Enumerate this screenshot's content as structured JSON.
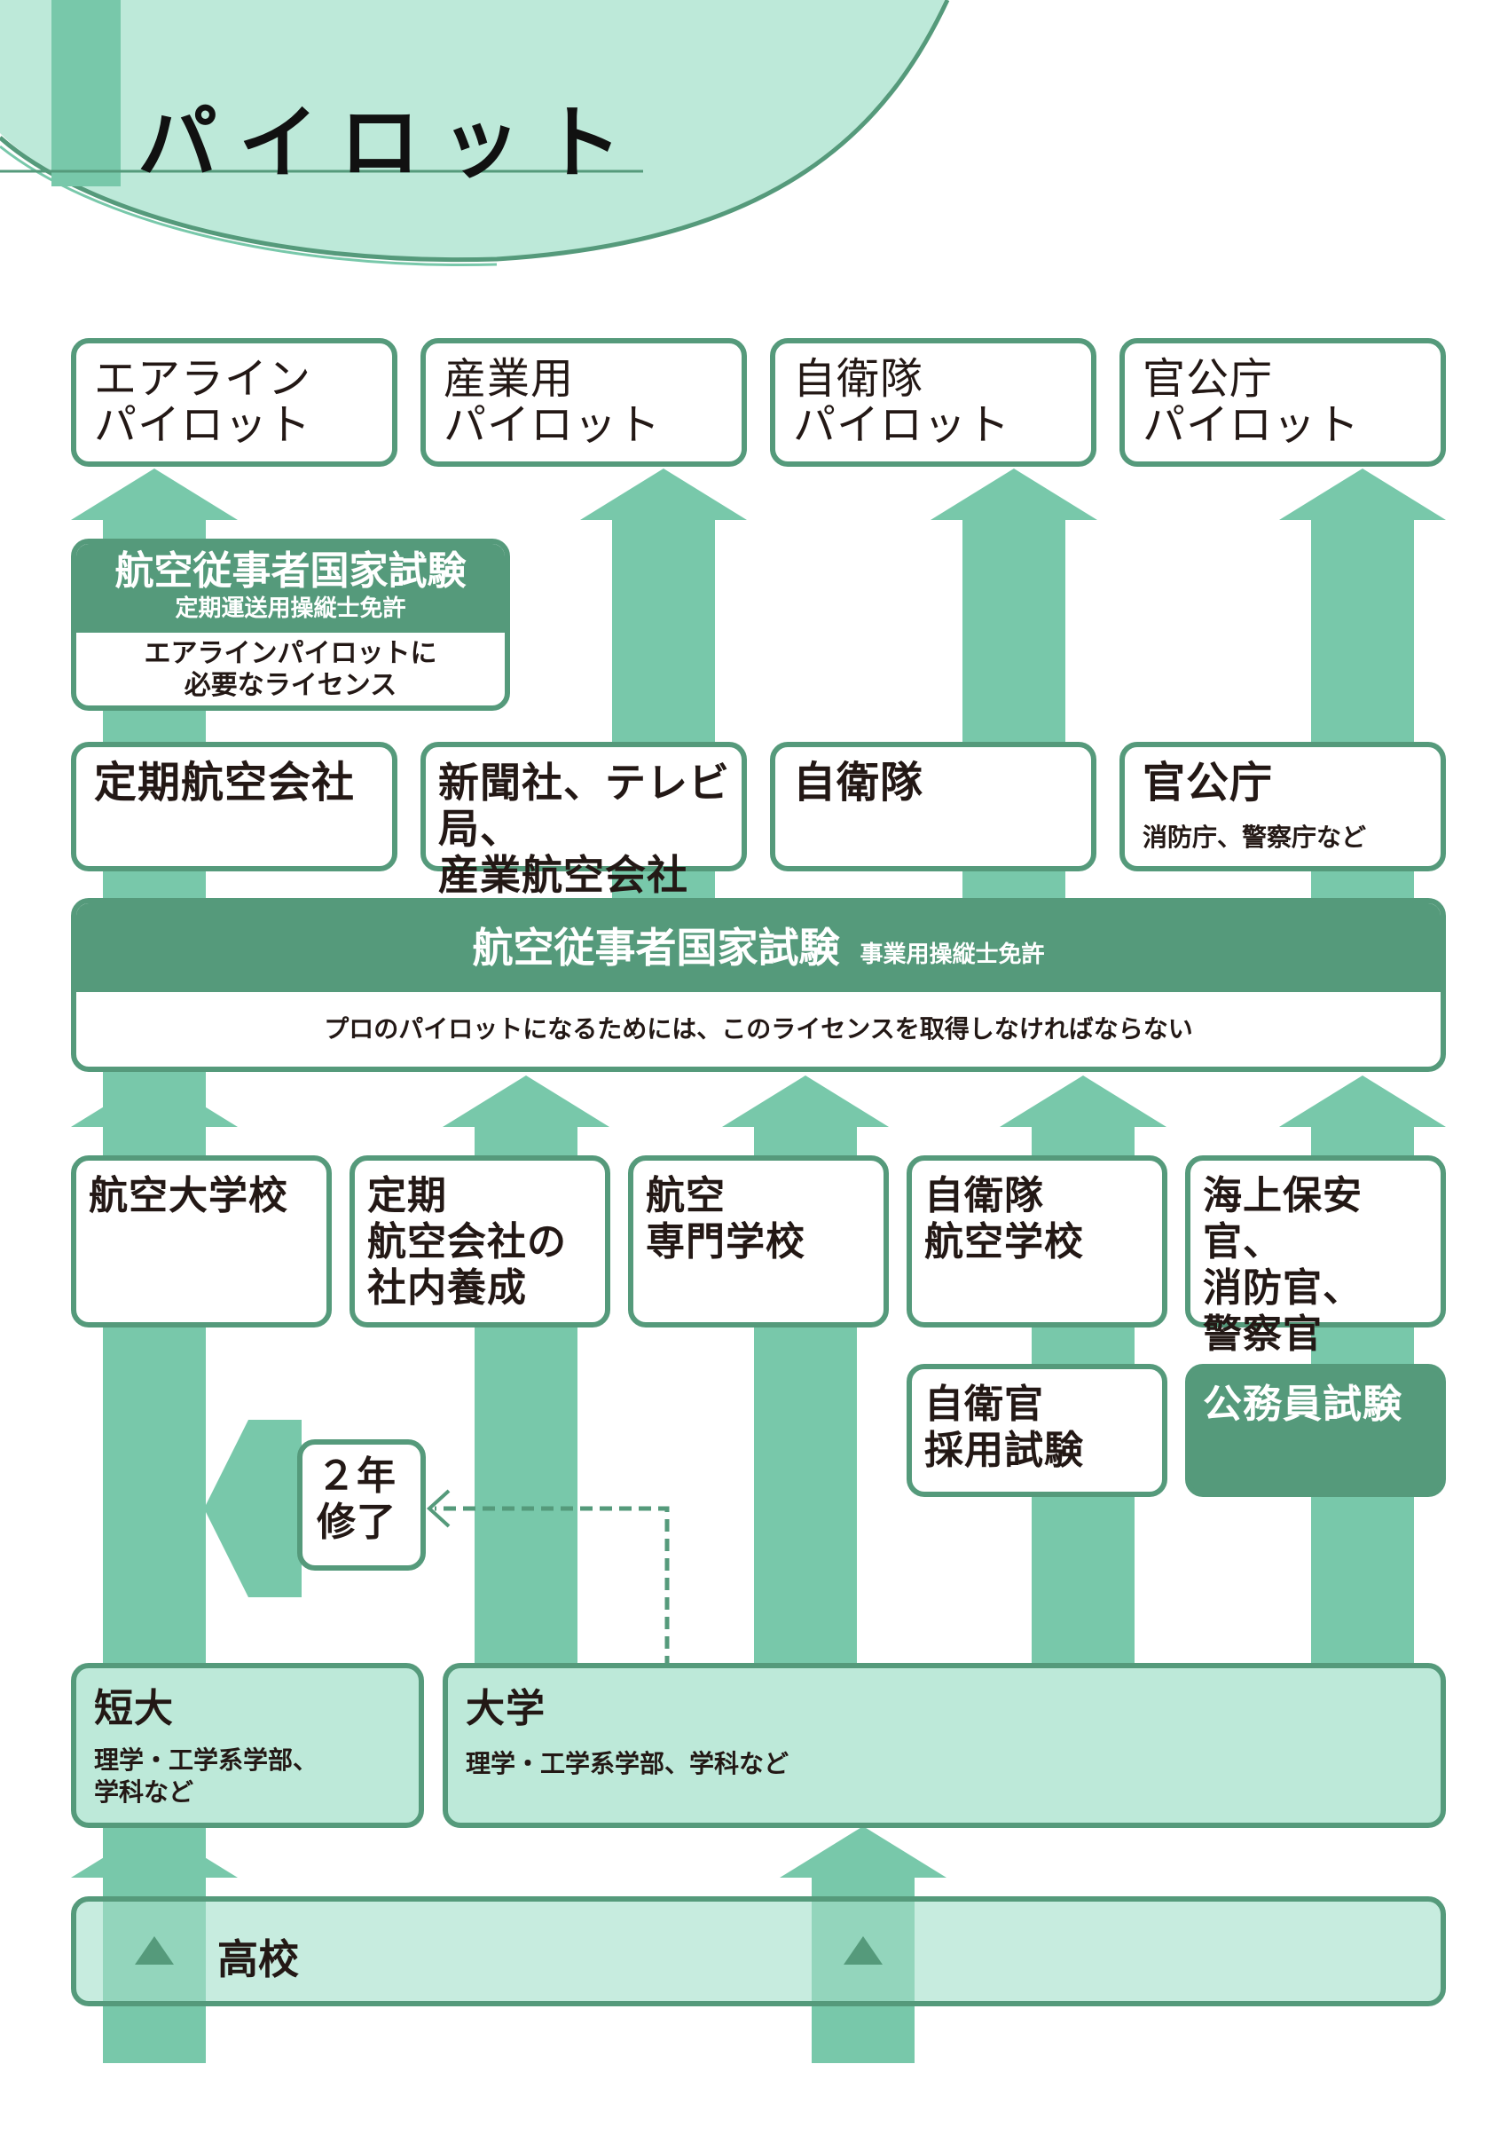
{
  "header": {
    "title": "パイロット"
  },
  "careers": [
    {
      "label": "エアライン\nパイロット"
    },
    {
      "label": "産業用\nパイロット"
    },
    {
      "label": "自衛隊\nパイロット"
    },
    {
      "label": "官公庁\nパイロット"
    }
  ],
  "airline_exam": {
    "title": "航空従事者国家試験",
    "license": "定期運送用操縦士免許",
    "note": "エアラインパイロットに\n必要なライセンス"
  },
  "employers": [
    {
      "label": "定期航空会社",
      "sub": ""
    },
    {
      "label": "新聞社、テレビ局、\n産業航空会社",
      "sub": ""
    },
    {
      "label": "自衛隊",
      "sub": ""
    },
    {
      "label": "官公庁",
      "sub": "消防庁、警察庁など"
    }
  ],
  "license_exam": {
    "title": "航空従事者国家試験",
    "license": "事業用操縦士免許",
    "note": "プロのパイロットになるためには、このライセンスを取得しなければならない"
  },
  "schools": [
    {
      "label": "航空大学校"
    },
    {
      "label": "定期\n航空会社の\n社内養成"
    },
    {
      "label": "航空\n専門学校"
    },
    {
      "label": "自衛隊\n航空学校"
    },
    {
      "label": "海上保安官、\n消防官、\n警察官"
    }
  ],
  "entrance_exams": [
    {
      "label": "自衛官\n採用試験"
    },
    {
      "label": "公務員試験"
    }
  ],
  "two_year": {
    "label": "２年\n修了"
  },
  "colleges": [
    {
      "label": "短大",
      "sub": "理学・工学系学部、\n学科など"
    },
    {
      "label": "大学",
      "sub": "理学・工学系学部、学科など"
    }
  ],
  "high_school": {
    "label": "高校"
  },
  "colors": {
    "dark_green": "#559a7b",
    "arrow_green": "#78c8aa",
    "light_green": "#bde9d9"
  }
}
